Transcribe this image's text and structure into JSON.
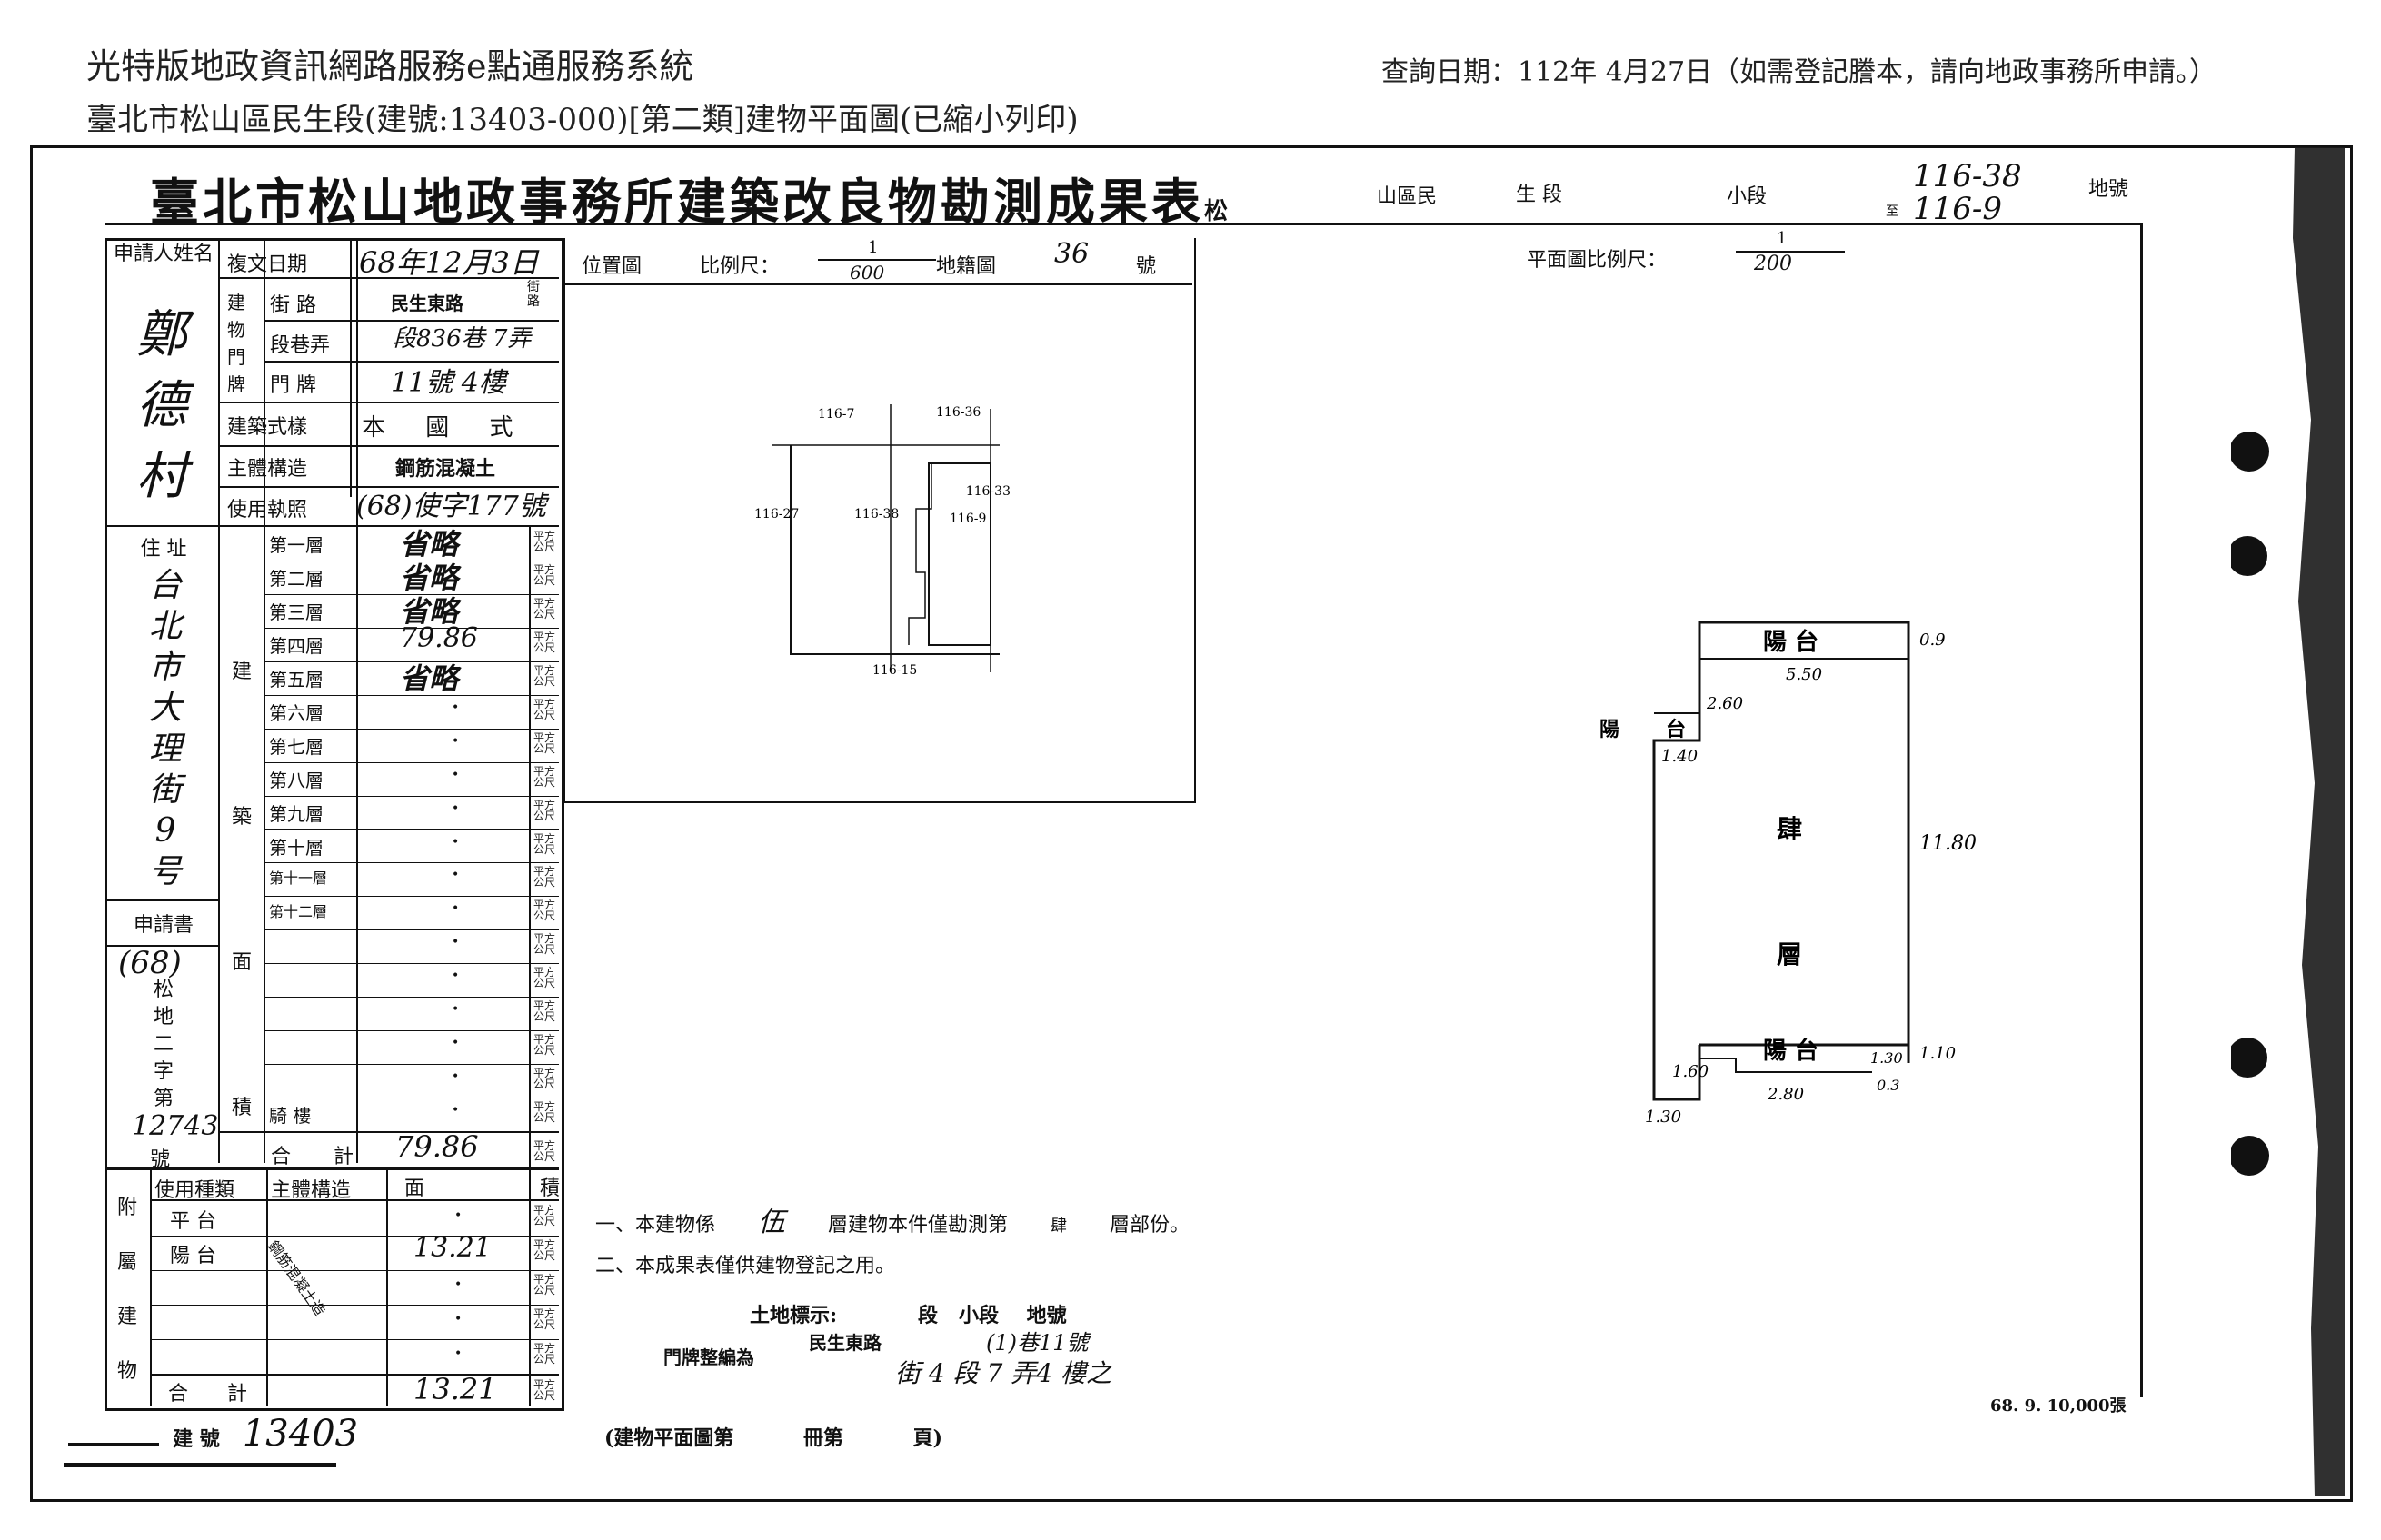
{
  "header": {
    "system_title": "光特版地政資訊網路服務e點通服務系統",
    "doc_title": "臺北市松山區民生段(建號:13403-000)[第二類]建物平面圖(已縮小列印)",
    "query_date": "查詢日期：112年 4月27日（如需登記謄本，請向地政事務所申請。）"
  },
  "form": {
    "title": "臺北市松山地政事務所建築改良物勘測成果表",
    "title_suffix": "松",
    "loc_labels": {
      "district": "山區民",
      "section": "生 段",
      "subsection": "小段",
      "lot": "地號"
    },
    "lot_numbers": [
      "116-38",
      "116-9"
    ],
    "lot_prefix": "至",
    "applicant": {
      "label_name": "申請人姓名",
      "name_chars": [
        "鄭",
        "德",
        "村"
      ],
      "label_addr": "住 址",
      "addr_chars": [
        "台",
        "北",
        "市",
        "大",
        "理",
        "街",
        "9",
        "号"
      ],
      "label_app": "申請書",
      "app_paren": "(68)",
      "app_chars": [
        "松",
        "地",
        "二",
        "字",
        "第"
      ],
      "app_no": "12743",
      "app_hao": "號"
    },
    "info": {
      "approval_date_label": "複文日期",
      "approval_date_value": "68年12月3日",
      "door_group_label": "建物門牌",
      "street_label": "街 路",
      "street_value": "民生東路",
      "street_suffix": "街路",
      "lane_label": "段巷弄",
      "lane_value": "段836巷 7弄",
      "number_label": "門 牌",
      "number_value": "11號 4樓",
      "style_label": "建築式樣",
      "style_value": "本 國 式",
      "structure_label": "主體構造",
      "structure_value": "鋼筋混凝土",
      "permit_label": "使用執照",
      "permit_value": "(68)使字177號"
    },
    "floors": {
      "group_label": "建 築 面 積",
      "rows": [
        {
          "name": "第一層",
          "area": "省略"
        },
        {
          "name": "第二層",
          "area": "省略"
        },
        {
          "name": "第三層",
          "area": "省略"
        },
        {
          "name": "第四層",
          "area": "79.86"
        },
        {
          "name": "第五層",
          "area": "省略"
        },
        {
          "name": "第六層",
          "area": "•"
        },
        {
          "name": "第七層",
          "area": "•"
        },
        {
          "name": "第八層",
          "area": "•"
        },
        {
          "name": "第九層",
          "area": "•"
        },
        {
          "name": "第十層",
          "area": "•"
        },
        {
          "name": "第十一層",
          "area": "•"
        },
        {
          "name": "第十二層",
          "area": "•"
        },
        {
          "name": "",
          "area": "•"
        },
        {
          "name": "",
          "area": "•"
        },
        {
          "name": "",
          "area": "•"
        },
        {
          "name": "",
          "area": "•"
        },
        {
          "name": "",
          "area": "•"
        },
        {
          "name": "騎 樓",
          "area": "•"
        }
      ],
      "total_label": "合 計",
      "total_value": "79.86",
      "unit": "平方公尺"
    },
    "attached": {
      "group_label": "附 屬 建 物",
      "col_use": "使用種類",
      "col_struct": "主體構造",
      "col_area": "面 積",
      "struct_value": "鋼筋混凝土造",
      "rows": [
        {
          "use": "平 台",
          "area": "•"
        },
        {
          "use": "陽 台",
          "area": "13.21"
        },
        {
          "use": "",
          "area": "•"
        },
        {
          "use": "",
          "area": "•"
        },
        {
          "use": "",
          "area": "•"
        }
      ],
      "total_label": "合 計",
      "total_value": "13.21"
    },
    "location_map": {
      "label": "位置圖",
      "scale_label": "比例尺：",
      "scale_num": "1",
      "scale_den": "600",
      "cad_label": "地籍圖",
      "cad_no": "36",
      "cad_suffix": "號",
      "lots": [
        "116-7",
        "116-36",
        "116-27",
        "116-38",
        "116-9",
        "116-33",
        "116-15"
      ]
    },
    "floor_plan": {
      "scale_label": "平面圖比例尺：",
      "scale_num": "1",
      "scale_den": "200",
      "balcony": "陽 台",
      "small_platform": "台",
      "small_balcony_left": "陽",
      "room_line1": "肆",
      "room_line2": "層",
      "dims": [
        "0.9",
        "5.50",
        "2.60",
        "1.40",
        "11.80",
        "1.10",
        "1.30",
        "0.3",
        "2.80",
        "1.60",
        "1.30"
      ]
    },
    "notes": {
      "note1_prefix": "一、本建物係",
      "note1_floors": "伍",
      "note1_mid": "層建物本件僅勘測第",
      "note1_level": "肆",
      "note1_suffix": "層部份。",
      "note2": "二、本成果表僅供建物登記之用。",
      "land_label": "土地標示:",
      "land_cols": "段   小段    地號",
      "door_label": "門牌整編為",
      "door_street": "民生東路",
      "door_line1": "(1)巷11號",
      "door_line2": "街 4 段 7 弄4 樓之"
    },
    "footer": {
      "build_no_label": "建 號",
      "build_no_value": "13403",
      "plan_ref": "(建物平面圖第          冊第          頁)",
      "print_no": "68. 9. 10,000張"
    }
  }
}
